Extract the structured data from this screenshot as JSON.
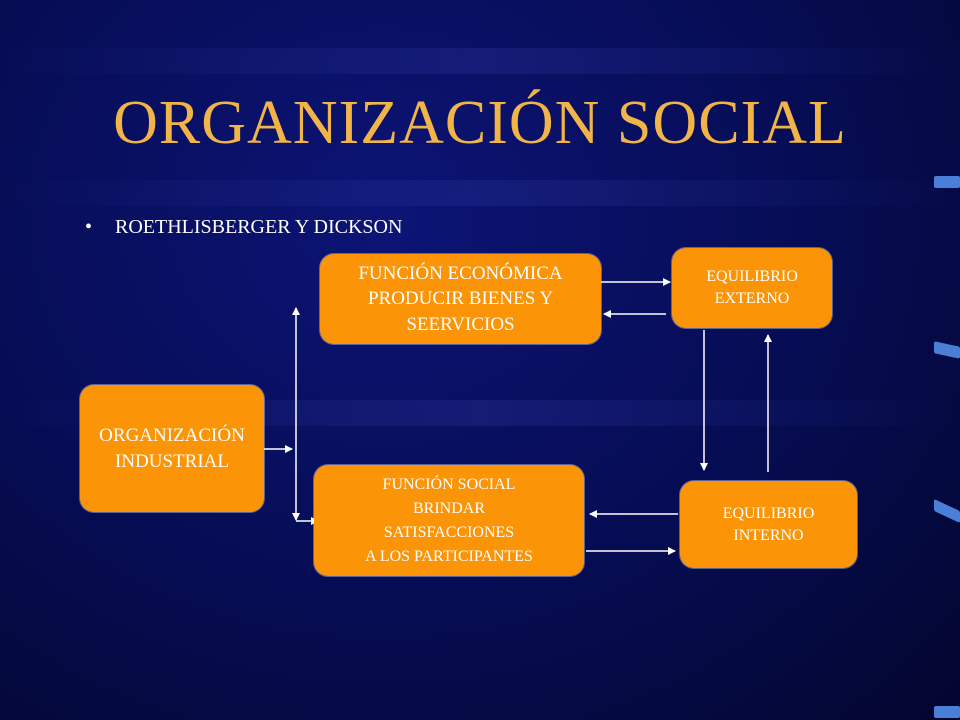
{
  "title": "ORGANIZACIÓN SOCIAL",
  "bullet": "ROETHLISBERGER Y DICKSON",
  "boxes": {
    "economica": [
      "FUNCIÓN ECONÓMICA",
      "PRODUCIR BIENES Y",
      "SEERVICIOS"
    ],
    "equilibrio_externo": [
      "EQUILIBRIO",
      "EXTERNO"
    ],
    "organizacion": [
      "ORGANIZACIÓN",
      "INDUSTRIAL"
    ],
    "social": [
      "FUNCIÓN SOCIAL",
      "BRINDAR",
      "SATISFACCIONES",
      "A LOS PARTICIPANTES"
    ],
    "equilibrio_interno": [
      "EQUILIBRIO",
      "INTERNO"
    ]
  },
  "colors": {
    "background": "#060c52",
    "title": "#f0b449",
    "box": "#fb9406",
    "text": "#ffffff",
    "arrow": "#ffffff"
  }
}
